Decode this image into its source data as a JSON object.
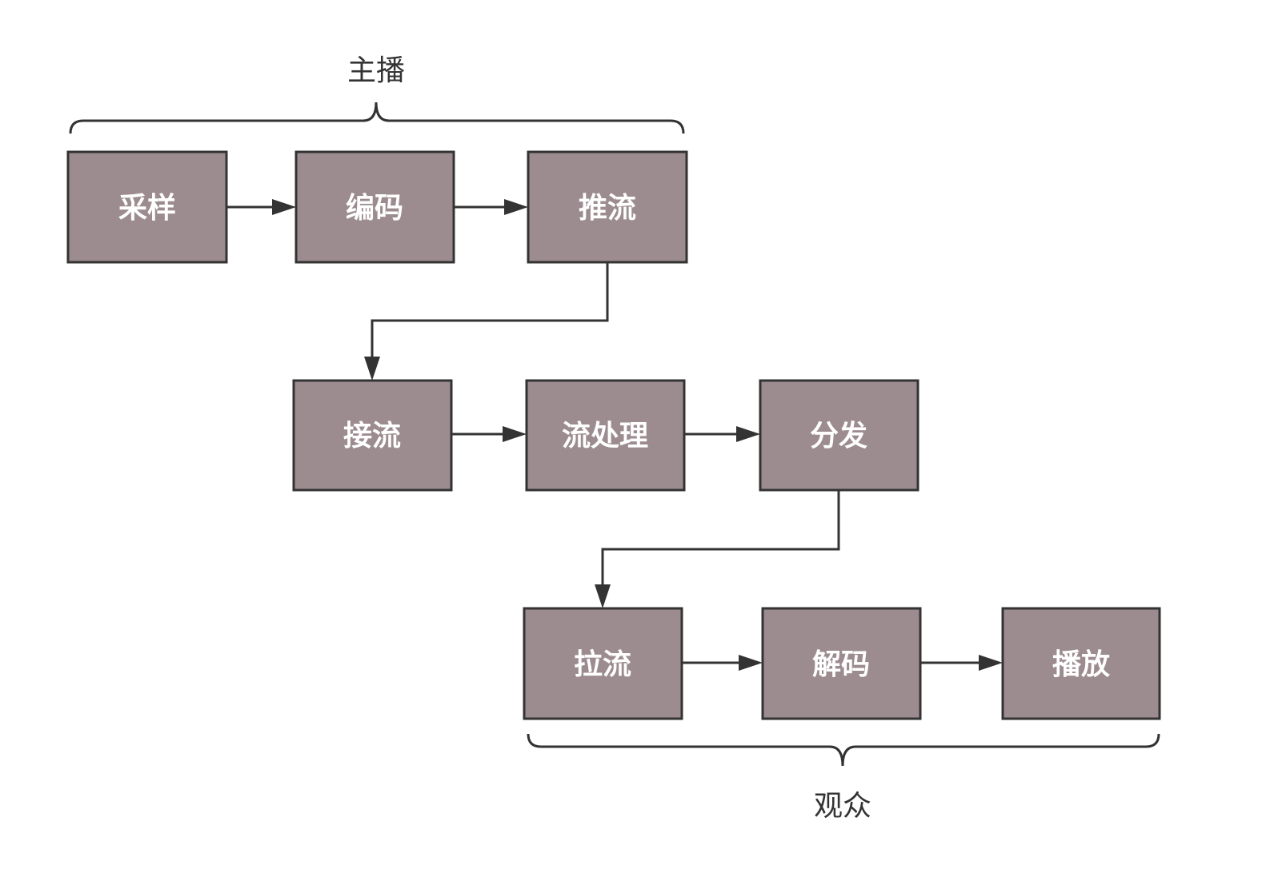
{
  "diagram": {
    "groups": {
      "anchor": {
        "label": "主播"
      },
      "audience": {
        "label": "观众"
      }
    },
    "nodes": {
      "sample": {
        "label": "采样"
      },
      "encode": {
        "label": "编码"
      },
      "push": {
        "label": "推流"
      },
      "ingest": {
        "label": "接流"
      },
      "process": {
        "label": "流处理"
      },
      "distribute": {
        "label": "分发"
      },
      "pull": {
        "label": "拉流"
      },
      "decode": {
        "label": "解码"
      },
      "play": {
        "label": "播放"
      }
    },
    "edges": [
      {
        "from": "sample",
        "to": "encode"
      },
      {
        "from": "encode",
        "to": "push"
      },
      {
        "from": "push",
        "to": "ingest"
      },
      {
        "from": "ingest",
        "to": "process"
      },
      {
        "from": "process",
        "to": "distribute"
      },
      {
        "from": "distribute",
        "to": "pull"
      },
      {
        "from": "pull",
        "to": "decode"
      },
      {
        "from": "decode",
        "to": "play"
      }
    ],
    "colors": {
      "node_fill": "#9c8c90",
      "node_stroke": "#333333",
      "node_text": "#ffffff",
      "line": "#333333",
      "background": "#ffffff"
    }
  }
}
